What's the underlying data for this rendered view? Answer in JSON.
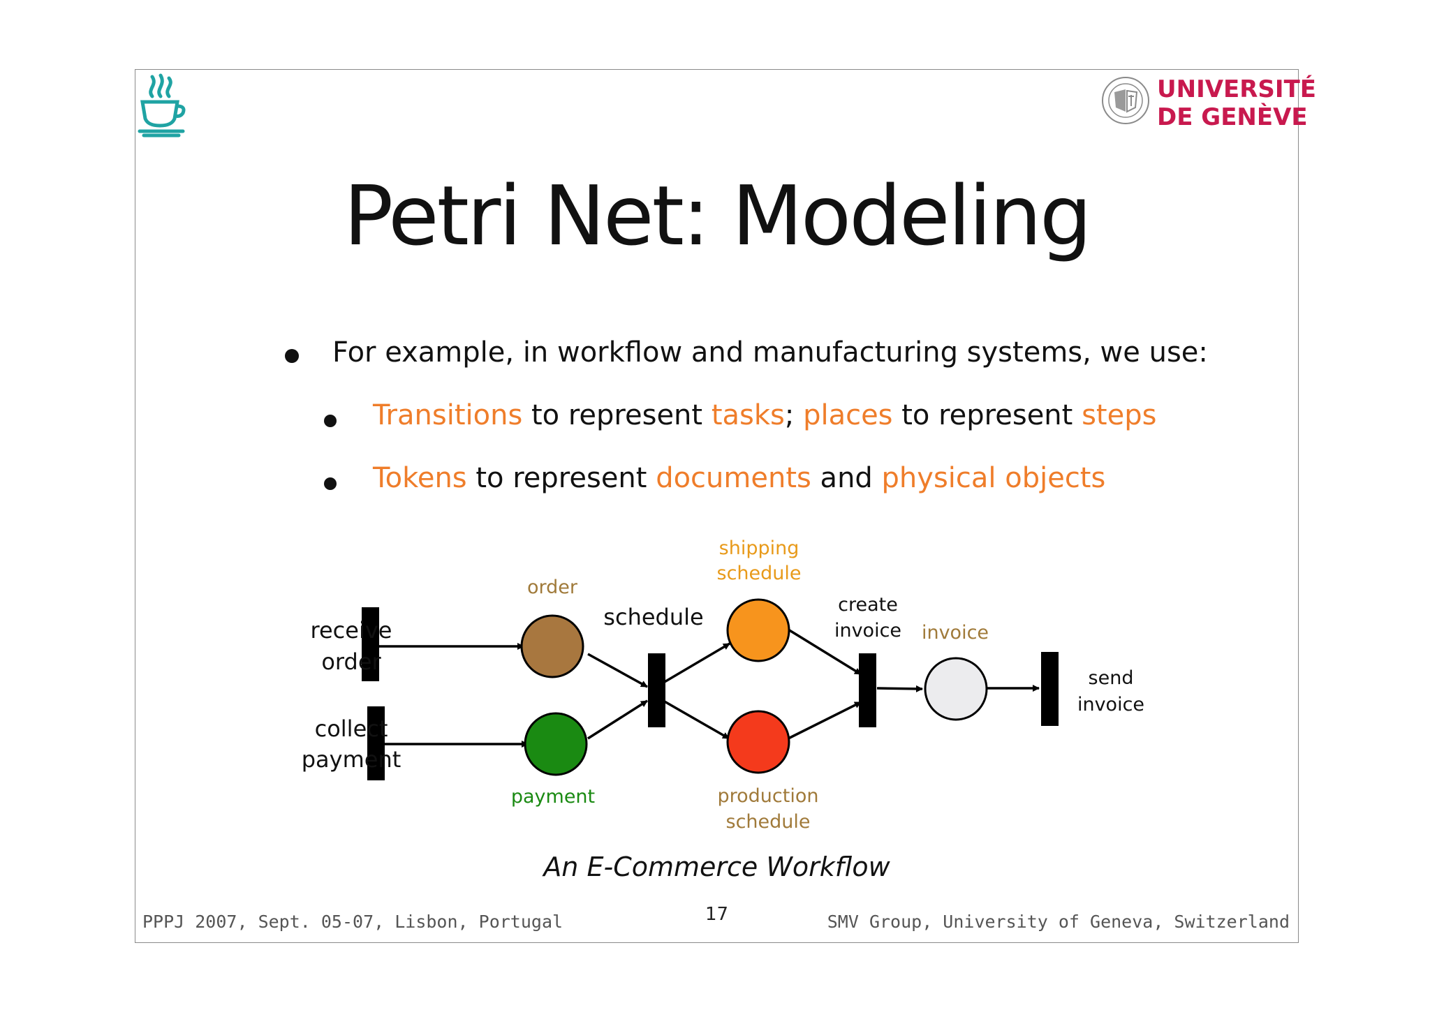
{
  "slide": {
    "title": "Petri Net: Modeling",
    "bullets": {
      "main": "For example, in workflow and manufacturing systems, we use:",
      "sub1": {
        "w1": "Transitions",
        "w2": " to represent ",
        "w3": "tasks",
        "w4": "; ",
        "w5": "places",
        "w6": " to represent ",
        "w7": "steps"
      },
      "sub2": {
        "w1": "Tokens",
        "w2": " to represent ",
        "w3": "documents",
        "w4": " and ",
        "w5": "physical objects"
      }
    },
    "caption": "An E-Commerce Workflow",
    "footer_left": "PPPJ 2007, Sept. 05-07, Lisbon, Portugal",
    "page_number": "17",
    "footer_right": "SMV Group, University of Geneva, Switzerland",
    "university": {
      "line1": "UNIVERSITÉ",
      "line2": "DE GENÈVE"
    },
    "logo_icon": "coffee-cup-icon",
    "seal_icon": "university-seal-icon"
  },
  "diagram": {
    "transitions": {
      "receive_order": {
        "line1": "receive",
        "line2": "order"
      },
      "collect_payment": {
        "line1": "collect",
        "line2": "payment"
      },
      "schedule": "schedule",
      "create_invoice": {
        "line1": "create",
        "line2": "invoice"
      },
      "send_invoice": {
        "line1": "send",
        "line2": "invoice"
      }
    },
    "places": {
      "order": {
        "label": "order",
        "color": "#a8773f"
      },
      "payment": {
        "label": "payment",
        "color": "#1a8a12"
      },
      "shipping_schedule": {
        "line1": "shipping",
        "line2": "schedule",
        "color": "#f7941d"
      },
      "production_schedule": {
        "line1": "production",
        "line2": "schedule",
        "color": "#f43a1c"
      },
      "invoice": {
        "label": "invoice",
        "color": "#ececee"
      }
    },
    "label_colors": {
      "order": "#a07a3a",
      "payment": "#1a8a12",
      "shipping": "#e89a1a",
      "production": "#a07a3a",
      "invoice": "#a07a3a"
    }
  }
}
